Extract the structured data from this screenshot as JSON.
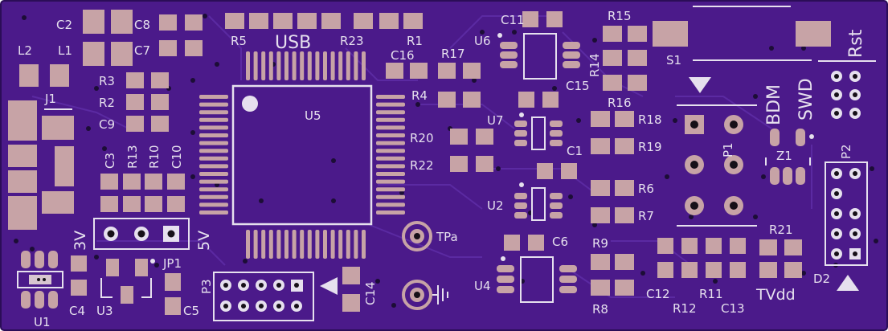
{
  "colors": {
    "board": "#4b1a8a",
    "board_edge": "#2b0d57",
    "trace": "#5a27a0",
    "pad": "#c7a3a6",
    "pad_dark": "#8d6e86",
    "silk": "#e6e0ee",
    "via": "#20103a",
    "hole": "#161018"
  },
  "pcb": {
    "labels": {
      "c2": "C2",
      "c8": "C8",
      "c7": "C7",
      "l2": "L2",
      "l1": "L1",
      "j1": "J1",
      "r3": "R3",
      "r2": "R2",
      "c9": "C9",
      "c3": "C3",
      "r13": "R13",
      "r10": "R10",
      "c10": "C10",
      "v3": "3V",
      "v5": "5V",
      "jp1": "JP1",
      "c4": "C4",
      "u3": "U3",
      "u1": "U1",
      "c5": "C5",
      "p3": "P3",
      "r5": "R5",
      "usb": "USB",
      "r23": "R23",
      "r1": "R1",
      "u5": "U5",
      "c16": "C16",
      "r17": "R17",
      "r4": "R4",
      "r20": "R20",
      "r22": "R22",
      "tpa": "TPa",
      "c11": "C11",
      "u6": "U6",
      "r14": "R14",
      "c15": "C15",
      "u7": "U7",
      "c1": "C1",
      "u2": "U2",
      "c14": "C14",
      "c6": "C6",
      "u4": "U4",
      "r15": "R15",
      "r16": "R16",
      "s1": "S1",
      "r18": "R18",
      "r19": "R19",
      "r6": "R6",
      "r7": "R7",
      "r9": "R9",
      "r8": "R8",
      "p1": "P1",
      "c12": "C12",
      "r11": "R11",
      "r12": "R12",
      "c13": "C13",
      "r21": "R21",
      "tvdd": "TVdd",
      "bdm": "BDM",
      "swd": "SWD",
      "rst": "Rst",
      "z1": "Z1",
      "p2": "P2",
      "d2": "D2"
    }
  }
}
